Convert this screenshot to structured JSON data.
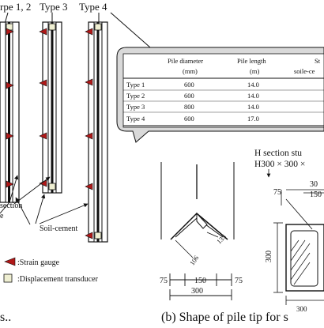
{
  "pile_type_labels": [
    "rpe 1, 2",
    "Type 3",
    "Type 4"
  ],
  "table": {
    "headers": [
      [
        "",
        "Pile diameter",
        "Pile length",
        "St"
      ],
      [
        "",
        "(mm)",
        "(m)",
        "soile-ce"
      ]
    ],
    "rows": [
      [
        "Type 1",
        "600",
        "14.0"
      ],
      [
        "Type 2",
        "600",
        "14.0"
      ],
      [
        "Type 3",
        "800",
        "14.0"
      ],
      [
        "Type 4",
        "600",
        "17.0"
      ]
    ]
  },
  "left_labels": {
    "section_fragment": "section",
    "e_fragment": "e",
    "soil_cement": "Soil-cement"
  },
  "legend": {
    "strain_gauge": ":Strain gauge",
    "displacement_transducer": ":Displacement transducer"
  },
  "h_section": {
    "title_line1": "H section stu",
    "title_line2": "H300 × 300 ×",
    "dims": {
      "d30": "30",
      "d150": "150",
      "d75": "75",
      "d300_vertical": "300",
      "d300_bottom": "300"
    }
  },
  "pile_tip": {
    "d135": "135",
    "d106": "106",
    "bottom_dims": [
      "75",
      "150",
      "75"
    ],
    "bottom_total": "300"
  },
  "captions": {
    "left": "s..",
    "right": "(b) Shape of pile tip for s"
  }
}
